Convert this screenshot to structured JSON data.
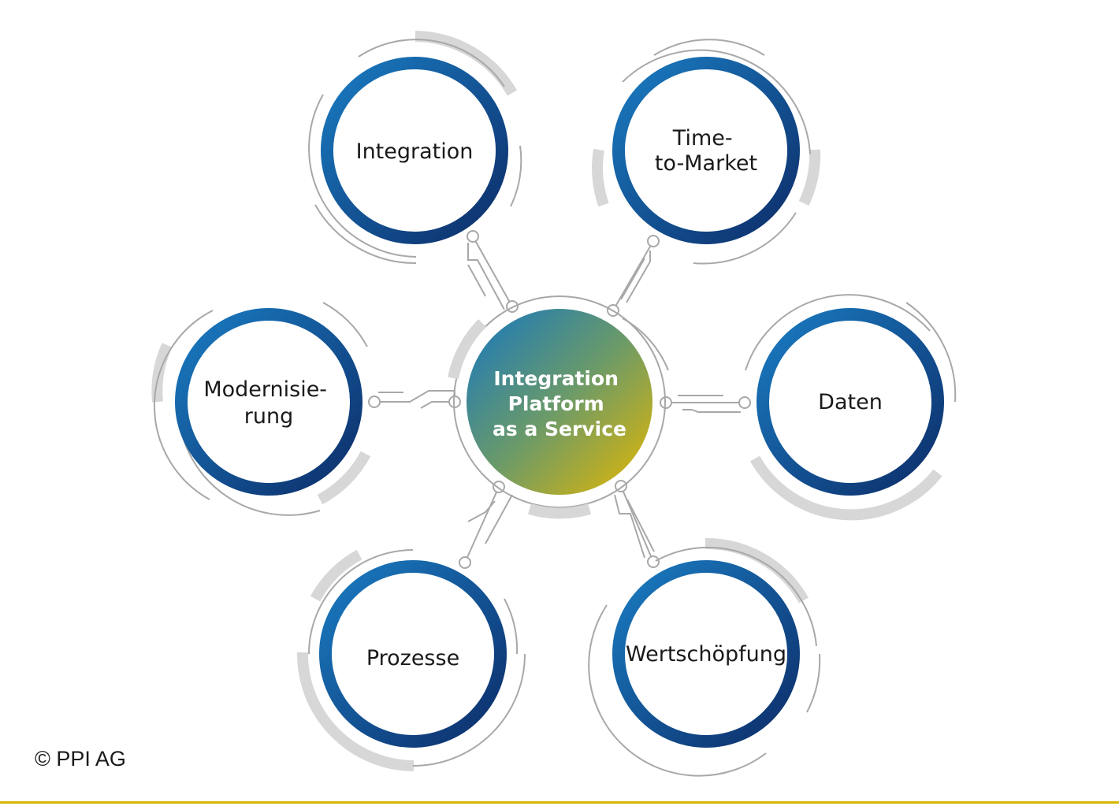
{
  "center": {
    "lines": [
      "Integration",
      "Platform",
      "as a Service"
    ]
  },
  "nodes": [
    {
      "id": "integration",
      "lines": [
        "Integration"
      ]
    },
    {
      "id": "time-to-market",
      "lines": [
        "Time-",
        "to-Market"
      ]
    },
    {
      "id": "daten",
      "lines": [
        "Daten"
      ]
    },
    {
      "id": "wertschoepfung",
      "lines": [
        "Wertschöpfung"
      ]
    },
    {
      "id": "prozesse",
      "lines": [
        "Prozesse"
      ]
    },
    {
      "id": "modernisierung",
      "lines": [
        "Modernisie-",
        "rung"
      ]
    }
  ],
  "footer": {
    "copyright": "© PPI AG"
  },
  "colors": {
    "ring_light": "#1a7cc2",
    "ring_dark": "#0d2d69",
    "center_blue": "#1576c0",
    "center_yellow": "#e6b800",
    "connector_gray": "#a8a8a8",
    "arc_gray": "#d7d7d7",
    "accent_rule": "#d6b600"
  }
}
